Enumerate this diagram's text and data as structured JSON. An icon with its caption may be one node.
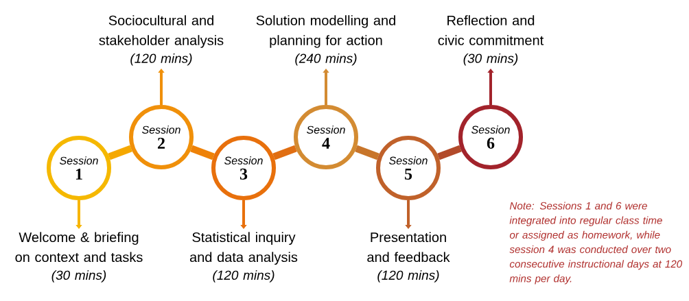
{
  "diagram": {
    "nodes": [
      {
        "text": [
          "Session",
          "1"
        ]
      },
      {
        "text": [
          "Session",
          "2"
        ]
      },
      {
        "text": [
          "Session",
          "3"
        ]
      },
      {
        "text": [
          "Session",
          "4"
        ]
      },
      {
        "text": [
          "Session",
          "5"
        ]
      },
      {
        "text": [
          "Session",
          "6"
        ]
      },
      {
        "text": [
          "Welcome & briefing on context and tasks",
          "(30 mins)"
        ]
      },
      {
        "text": [
          "Sociocultural and stakeholder analysis",
          "(120 mins)"
        ]
      },
      {
        "text": [
          "Statistical inquiry and data analysis",
          "(120 mins)"
        ]
      },
      {
        "text": [
          "Solution modelling and planning for action",
          "(240 mins)"
        ]
      },
      {
        "text": [
          "Presentation and feedback",
          "(120 mins)"
        ]
      },
      {
        "text": [
          "Reflection and civic commitment",
          "(30 mins)"
        ]
      }
    ],
    "edges": [
      {
        "from": 0,
        "to": 1,
        "arrow": "none",
        "style": "thick",
        "color": "#f5a800"
      },
      {
        "from": 1,
        "to": 2,
        "arrow": "none",
        "style": "thick",
        "color": "#ee8208"
      },
      {
        "from": 2,
        "to": 3,
        "arrow": "none",
        "style": "thick",
        "color": "#e06e12"
      },
      {
        "from": 3,
        "to": 4,
        "arrow": "none",
        "style": "thick",
        "color": "#c8752a"
      },
      {
        "from": 4,
        "to": 5,
        "arrow": "none",
        "style": "thick",
        "color": "#b24a2a"
      },
      {
        "from": 0,
        "to": 6,
        "arrow": "to",
        "color": "#f7b500"
      },
      {
        "from": 1,
        "to": 7,
        "arrow": "to",
        "color": "#f0900a"
      },
      {
        "from": 2,
        "to": 8,
        "arrow": "to",
        "color": "#e8700c"
      },
      {
        "from": 3,
        "to": 9,
        "arrow": "to",
        "color": "#d38b32"
      },
      {
        "from": 4,
        "to": 10,
        "arrow": "to",
        "color": "#c0612a"
      },
      {
        "from": 5,
        "to": 11,
        "arrow": "to",
        "color": "#a2232b"
      }
    ],
    "labels": [
      "Note: Sessions 1 and 6 were integrated into regular class time or assigned as homework, while session 4 was conducted over two consecutive instructional days at 120 mins per day."
    ]
  }
}
